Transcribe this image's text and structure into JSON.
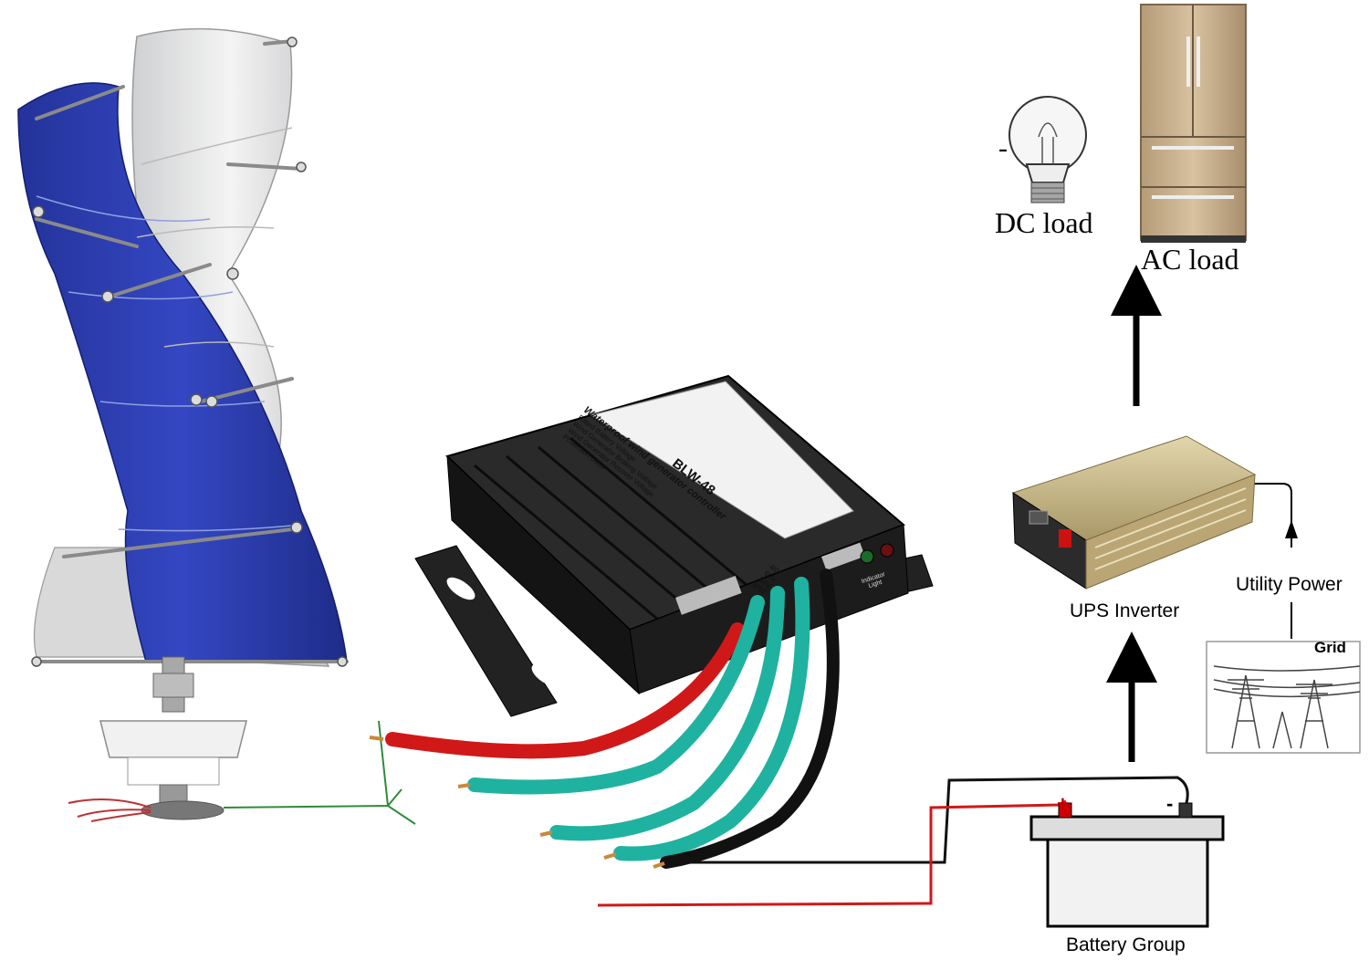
{
  "labels": {
    "dc_load": "DC load",
    "ac_load": "AC load",
    "ups_inverter": "UPS Inverter",
    "utility_power": "Utility Power",
    "grid": "Grid",
    "battery_group": "Battery Group",
    "bulb_minus": "-",
    "battery_plus": "+",
    "battery_minus": "-"
  },
  "controller": {
    "title": "BLW-48",
    "subtitle": "Waterproof wind generator controller",
    "specs": [
      {
        "name": "Rated Battery Voltage",
        "value": "48V"
      },
      {
        "name": "Wind Generator Braking Voltage",
        "value": "60V"
      },
      {
        "name": "Wind Generator Recover Voltage",
        "value": "54V"
      },
      {
        "name": "Protection class",
        "value": "IP67"
      }
    ],
    "indicator": "Indicator Light"
  },
  "colors": {
    "blade_blue": "#2a3cae",
    "blade_white": "#e6e6e6",
    "controller_body": "#1c1c1c",
    "wire_red": "#d11818",
    "wire_teal": "#20b2a0",
    "wire_black": "#111111",
    "inverter_gold": "#c8b98a",
    "fridge_gold": "#c7ae8a"
  },
  "icons": [
    "wind-turbine-icon",
    "controller-icon",
    "bulb-icon",
    "fridge-icon",
    "inverter-icon",
    "battery-icon",
    "pylon-icon"
  ]
}
